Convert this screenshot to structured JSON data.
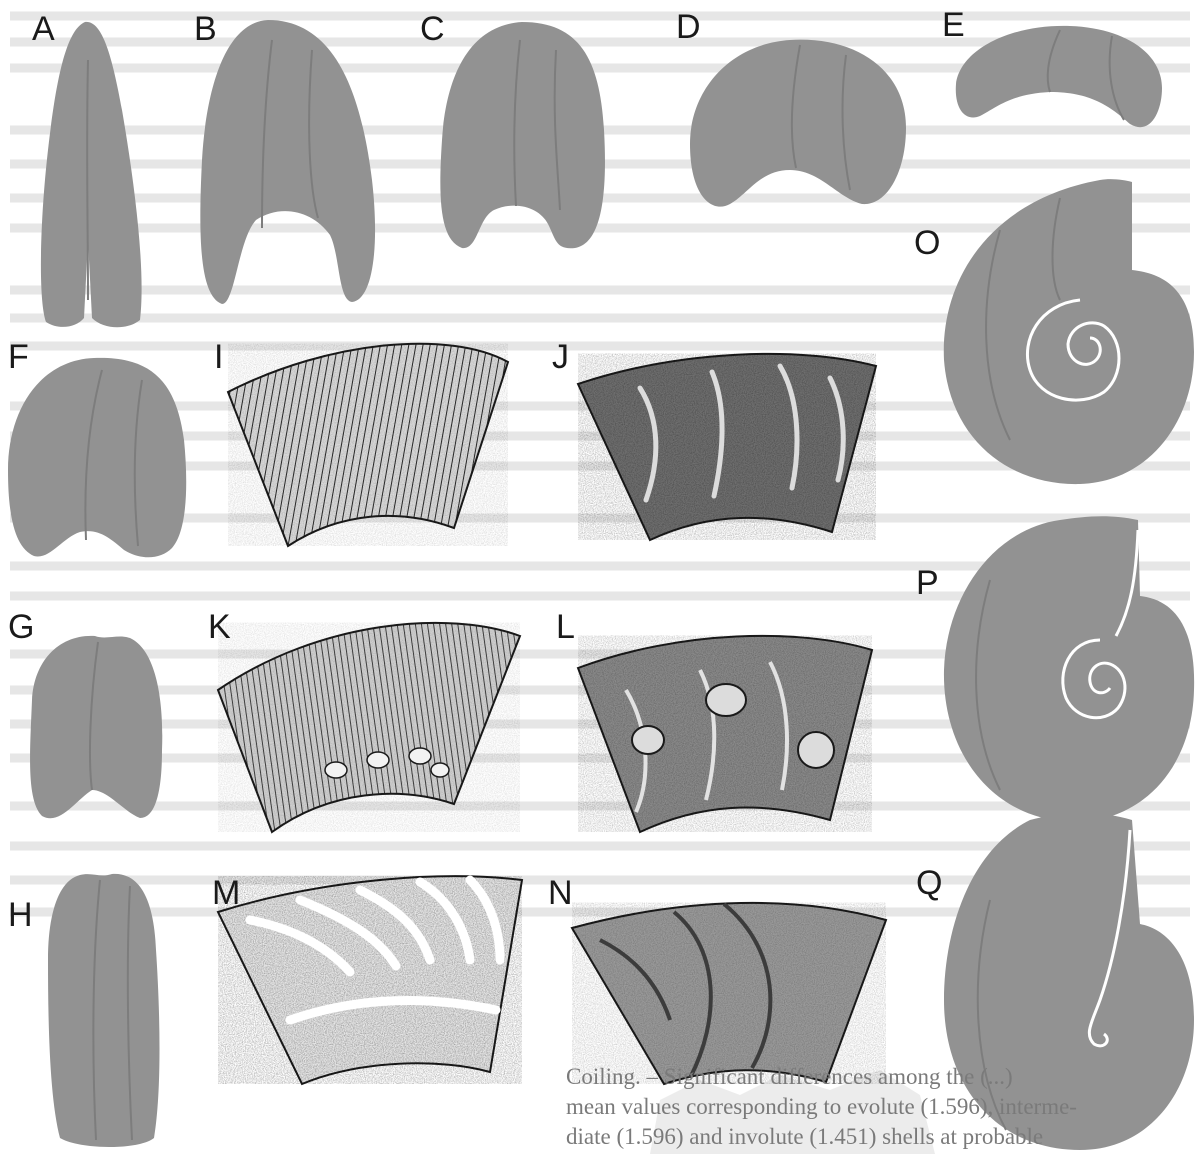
{
  "labels": {
    "A": "A",
    "B": "B",
    "C": "C",
    "D": "D",
    "E": "E",
    "F": "F",
    "G": "G",
    "H": "H",
    "I": "I",
    "J": "J",
    "K": "K",
    "L": "L",
    "M": "M",
    "N": "N",
    "O": "O",
    "P": "P",
    "Q": "Q"
  },
  "caption": {
    "line1": "Coiling. – Significant differences among the (...)",
    "line2": "mean values corresponding to evolute (1.596), interme-",
    "line3": "diate (1.596) and involute (1.451) shells at probable"
  },
  "colors": {
    "shell_fill": "#929292",
    "suture": "#7d7d7d",
    "ink": "#1a1a1a",
    "background_text": "#e4e4e4"
  }
}
